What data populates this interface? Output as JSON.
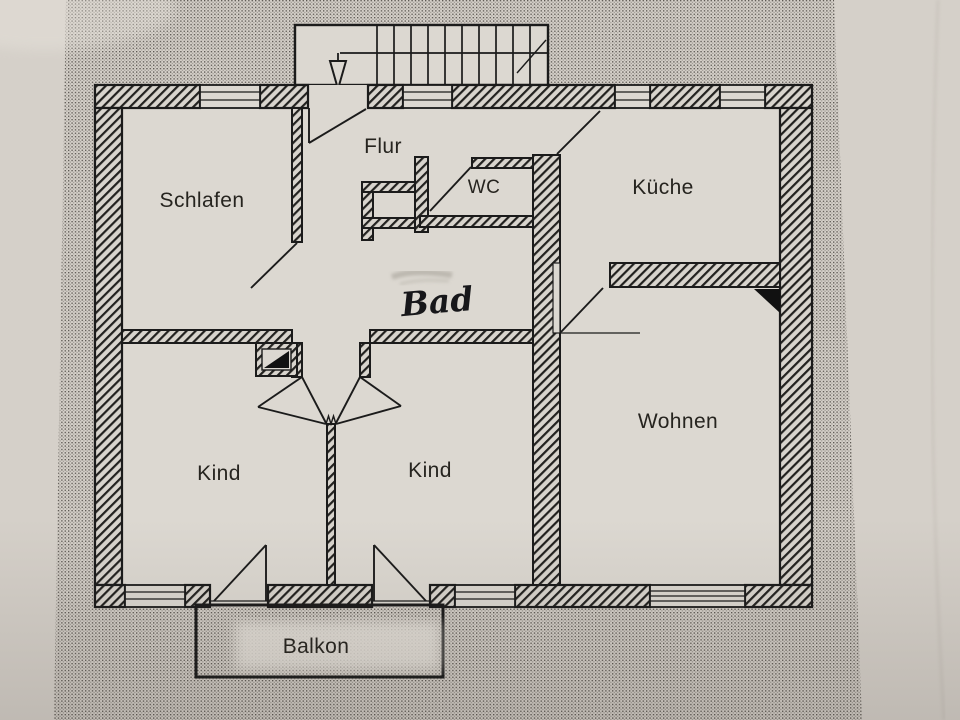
{
  "document": {
    "kind": "apartment floor plan (photographed print)",
    "language": "de"
  },
  "colors": {
    "paper": "#d5d0c9",
    "plan_interior": "#dcd8d1",
    "ink": "#1b1b1b",
    "halftone_dot": "#3c3833",
    "wall_hatch": "#22211f"
  },
  "rooms": [
    {
      "key": "schlafen",
      "label": "Schlafen"
    },
    {
      "key": "flur",
      "label": "Flur"
    },
    {
      "key": "wc",
      "label": "WC"
    },
    {
      "key": "kueche",
      "label": "Küche"
    },
    {
      "key": "bad",
      "label": "Bad",
      "style": "handwritten-marker"
    },
    {
      "key": "wohnen",
      "label": "Wohnen"
    },
    {
      "key": "kind-left",
      "label": "Kind"
    },
    {
      "key": "kind-right",
      "label": "Kind"
    },
    {
      "key": "balkon",
      "label": "Balkon"
    }
  ]
}
